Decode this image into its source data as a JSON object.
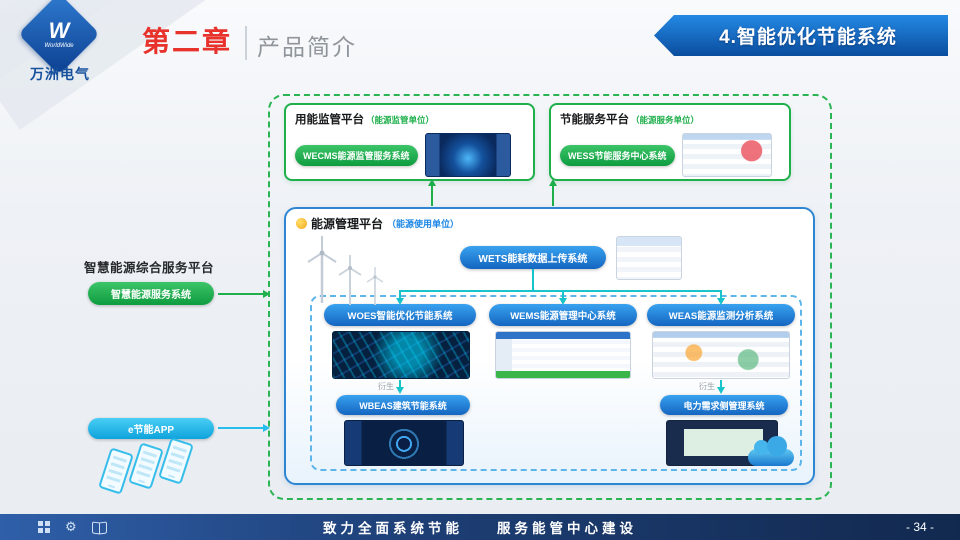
{
  "colors": {
    "green": "#1FAF4B",
    "blue": "#1E7FD8",
    "cyan": "#24BDEC",
    "teal": "#18C3CB",
    "red": "#E8322C",
    "footer_navy": "#1D3E74"
  },
  "header": {
    "logo_letter": "W",
    "logo_name": "WorldWide",
    "brand": "万洲电气",
    "chapter": "第二章",
    "section": "产品简介",
    "banner": "4.智能优化节能系统"
  },
  "left": {
    "platform_title": "智慧能源综合服务平台",
    "service_button": "智慧能源服务系统",
    "app_button": "e节能APP"
  },
  "diagram": {
    "top_boxes": [
      {
        "title": "用能监管平台",
        "org": "（能源监管单位）",
        "button": "WECMS能源监管服务系统"
      },
      {
        "title": "节能服务平台",
        "org": "（能源服务单位）",
        "button": "WESS节能服务中心系统"
      }
    ],
    "energy": {
      "title": "能源管理平台",
      "org": "（能源使用单位）",
      "upload_button": "WETS能耗数据上传系统",
      "row1": [
        "WOES智能优化节能系统",
        "WEMS能源管理中心系统",
        "WEAS能源监测分析系统"
      ],
      "derive_label": "衍生",
      "row2": [
        "WBEAS建筑节能系统",
        "电力需求侧管理系统"
      ]
    }
  },
  "footer": {
    "slogan_left": "致力全面系统节能",
    "slogan_right": "服务能管中心建设",
    "page": "- 34 -"
  }
}
